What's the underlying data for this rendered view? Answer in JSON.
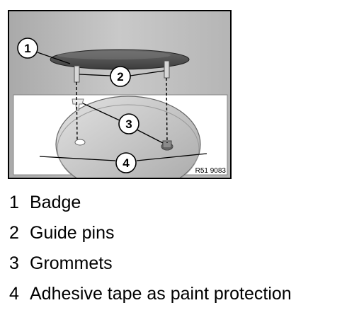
{
  "figure": {
    "ref_code": "R51 9083",
    "callouts": [
      {
        "number": "1"
      },
      {
        "number": "2"
      },
      {
        "number": "3"
      },
      {
        "number": "4"
      }
    ]
  },
  "legend": [
    {
      "number": "1",
      "text": "Badge"
    },
    {
      "number": "2",
      "text": "Guide pins"
    },
    {
      "number": "3",
      "text": "Grommets"
    },
    {
      "number": "4",
      "text": "Adhesive tape as paint protection"
    }
  ],
  "colors": {
    "frame": "#000000",
    "background_gray": "#b8b8b8",
    "badge_dark": "#555555",
    "panel_light": "#c8c8c8",
    "tape_white": "#ffffff"
  }
}
